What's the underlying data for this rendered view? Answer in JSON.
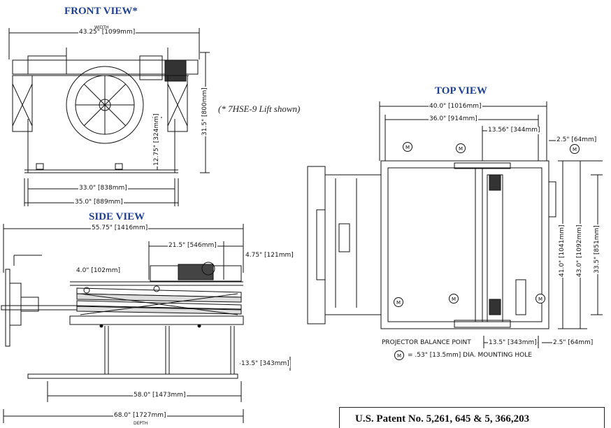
{
  "front_view": {
    "title": "FRONT VIEW*",
    "width_caption": "WIDTH",
    "width_dim": "43.25\" [1099mm]",
    "height_dim": "31.5\" [800mm]",
    "inner_height_dim": "12.75\" [324mm]",
    "base_inner_dim": "33.0\" [838mm]",
    "base_outer_dim": "35.0\" [889mm]",
    "note": "(* 7HSE-9 Lift shown)"
  },
  "side_view": {
    "title": "SIDE VIEW",
    "overall_dim": "55.75\" [1416mm]",
    "top_dim": "21.5\" [546mm]",
    "offset_dim": "4.75\" [121mm]",
    "left_dim": "4.0\" [102mm]",
    "leg_dim": "13.5\" [343mm]",
    "base_dim": "58.0\" [1473mm]",
    "depth_dim": "68.0\" [1727mm]",
    "depth_caption": "DEPTH"
  },
  "top_view": {
    "title": "TOP VIEW",
    "width_dim": "40.0\" [1016mm]",
    "inner_width_dim": "36.0\" [914mm]",
    "center_dim": "13.56\" [344mm]",
    "edge_dim_top": "2.5\" [64mm]",
    "depth_41": "41.0\" [1041mm]",
    "depth_43": "43.0\" [1092mm]",
    "depth_33": "33.5\" [851mm]",
    "balance_label": "PROJECTOR BALANCE POINT",
    "balance_dim": "13.5\" [343mm]",
    "edge_dim_bottom": "2.5\" [64mm]",
    "mount_symbol": "M",
    "mount_note": "= .53\" [13.5mm] DIA. MOUNTING HOLE"
  },
  "footer": {
    "patent": "U.S. Patent No. 5,261, 645 & 5, 366,203"
  }
}
